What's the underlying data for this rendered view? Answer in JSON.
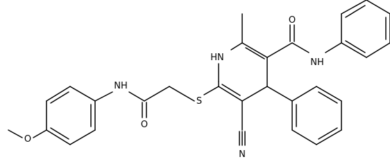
{
  "diagram": {
    "atom_labels": {
      "nh_ring": "HN",
      "nh_amide_right": "NH",
      "o_amide_right": "O",
      "s_thioether": "S",
      "n_nitrile": "N",
      "nh_amide_left": "NH",
      "o_amide_left": "O",
      "o_methoxy": "O"
    }
  }
}
